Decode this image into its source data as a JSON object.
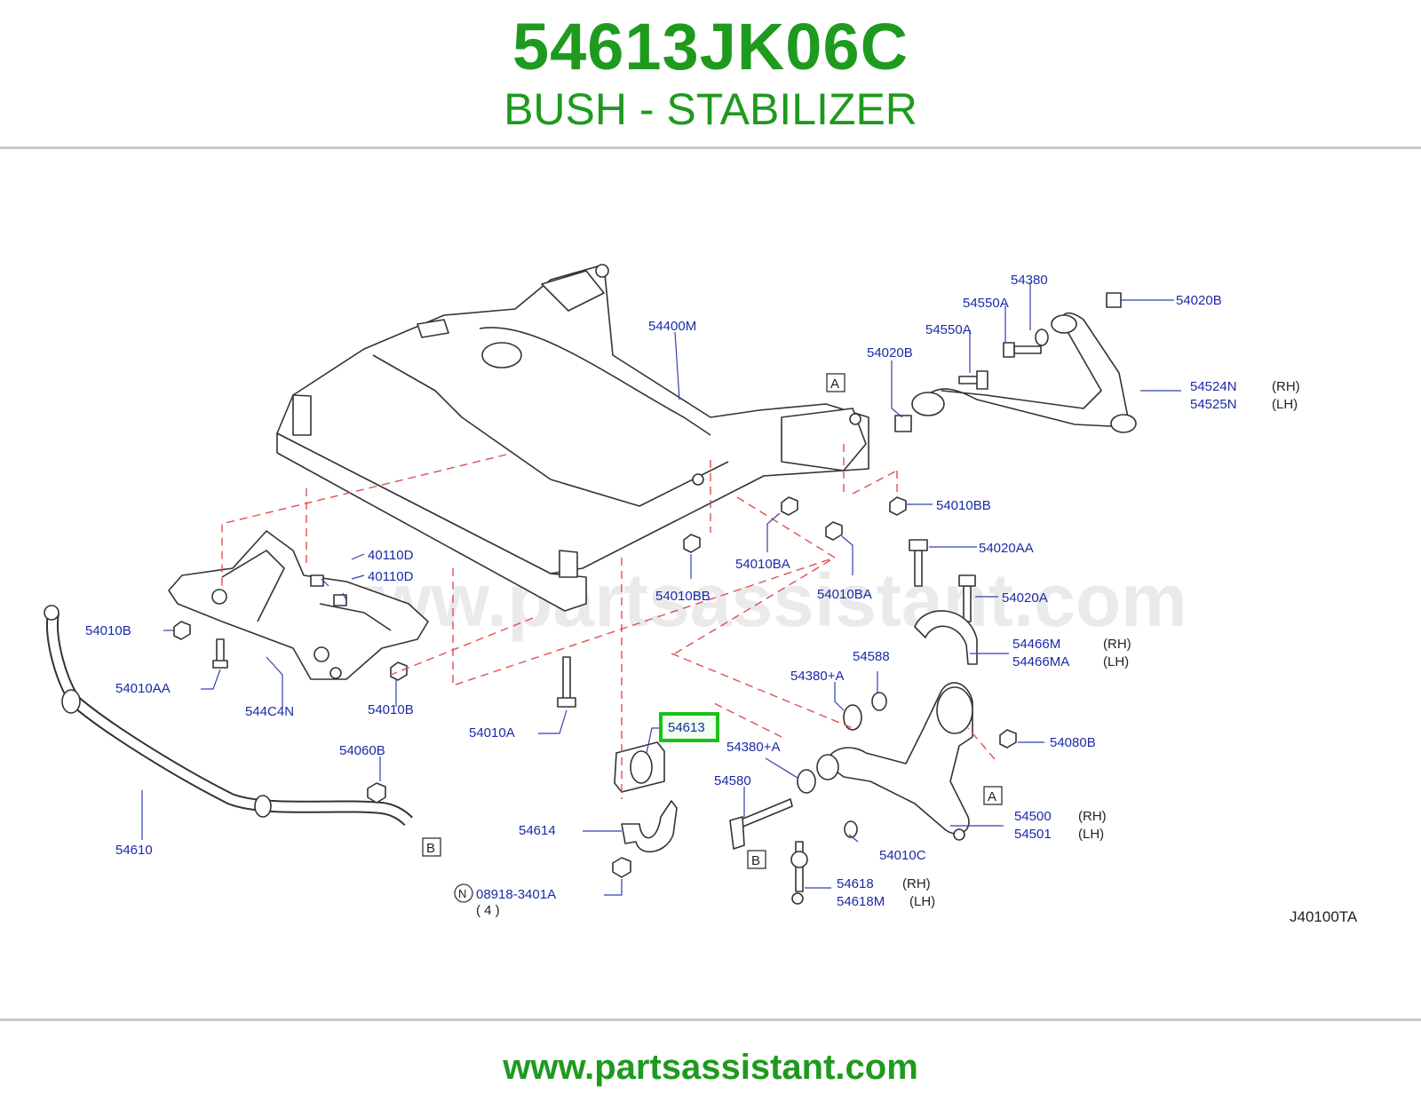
{
  "header": {
    "part_number": "54613JK06C",
    "description": "BUSH - STABILIZER"
  },
  "footer": {
    "url": "www.partsassistant.com"
  },
  "watermark": "www.partsassistant.com",
  "diagram": {
    "code": "J40100TA",
    "highlighted_part": "54613",
    "highlight_color": "#19c219",
    "text_color": "#1e9a1e",
    "label_color": "#1a2aa8",
    "callouts": {
      "c54400M": "54400M",
      "c54380": "54380",
      "c54020B_top": "54020B",
      "c54550A_1": "54550A",
      "c54550A_2": "54550A",
      "c54020B_mid": "54020B",
      "c54524N": "54524N",
      "c54525N": "54525N",
      "rh1": "(RH)",
      "lh1": "(LH)",
      "c54010BB_r": "54010BB",
      "c54020AA": "54020AA",
      "c54010BA_1": "54010BA",
      "c54010BA_2": "54010BA",
      "c54010BB_c": "54010BB",
      "c54020A": "54020A",
      "c40110D_1": "40110D",
      "c40110D_2": "40110D",
      "c54010B_l": "54010B",
      "c54466M": "54466M",
      "c54466MA": "54466MA",
      "rh2": "(RH)",
      "lh2": "(LH)",
      "c54010AA": "54010AA",
      "c544C4N": "544C4N",
      "c54010B_c": "54010B",
      "c54380A_1": "54380+A",
      "c54588": "54588",
      "c54010A": "54010A",
      "c54613": "54613",
      "c54380A_2": "54380+A",
      "c54080B": "54080B",
      "c54060B": "54060B",
      "c54580": "54580",
      "c54500": "54500",
      "c54501": "54501",
      "rh3": "(RH)",
      "lh3": "(LH)",
      "c54614": "54614",
      "c54610": "54610",
      "c54010C": "54010C",
      "c54618": "54618",
      "c54618M": "54618M",
      "rh4": "(RH)",
      "lh4": "(LH)",
      "c08918": "08918-3401A",
      "qty": "( 4 )",
      "n_mark": "N",
      "ref_a1": "A",
      "ref_a2": "A",
      "ref_b1": "B",
      "ref_b2": "B"
    }
  }
}
